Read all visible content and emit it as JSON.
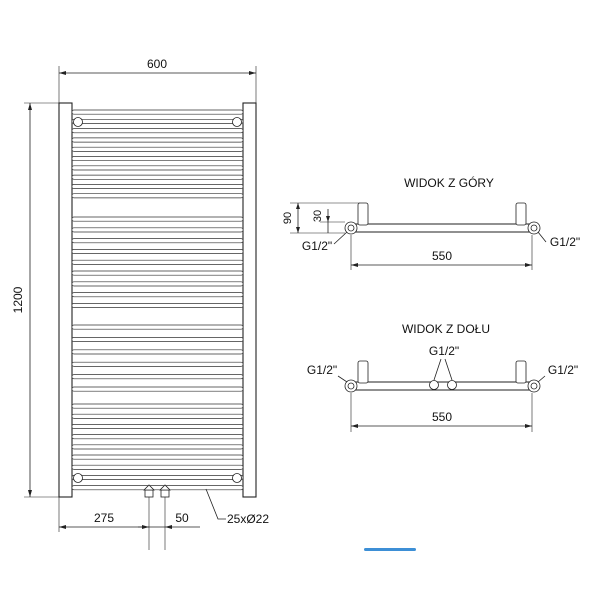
{
  "front_view": {
    "width_label": "600",
    "height_label": "1200",
    "left_offset_label": "275",
    "spacing_label": "50",
    "tube_label": "25xØ22"
  },
  "top_view": {
    "title": "WIDOK Z GÓRY",
    "depth_label": "90",
    "offset_label": "30",
    "conn_left_label": "G1/2\"",
    "conn_right_label": "G1/2\"",
    "span_label": "550"
  },
  "bottom_view": {
    "title": "WIDOK Z DOŁU",
    "conn_left_label": "G1/2\"",
    "conn_center_label": "G1/2\"",
    "conn_right_label": "G1/2\"",
    "span_label": "550"
  },
  "colors": {
    "line": "#222222",
    "accent_stub": "#3d8fd6"
  }
}
